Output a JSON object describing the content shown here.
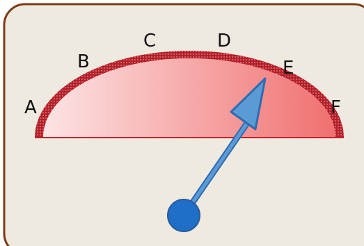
{
  "gauge": {
    "scale_labels": [
      "A",
      "B",
      "C",
      "D",
      "E",
      "F"
    ],
    "pointer_position": "E",
    "colors": {
      "panel_fill": "#EEEAE0",
      "panel_border": "#7A3A14",
      "arc_band": "#B3202A",
      "fill_light": "#FDE4E4",
      "fill_dark": "#F07070",
      "baseline": "#C0262E",
      "needle": "#5B9BD5",
      "needle_outline": "#2E6BB0",
      "hub": "#1F6FC8"
    }
  }
}
